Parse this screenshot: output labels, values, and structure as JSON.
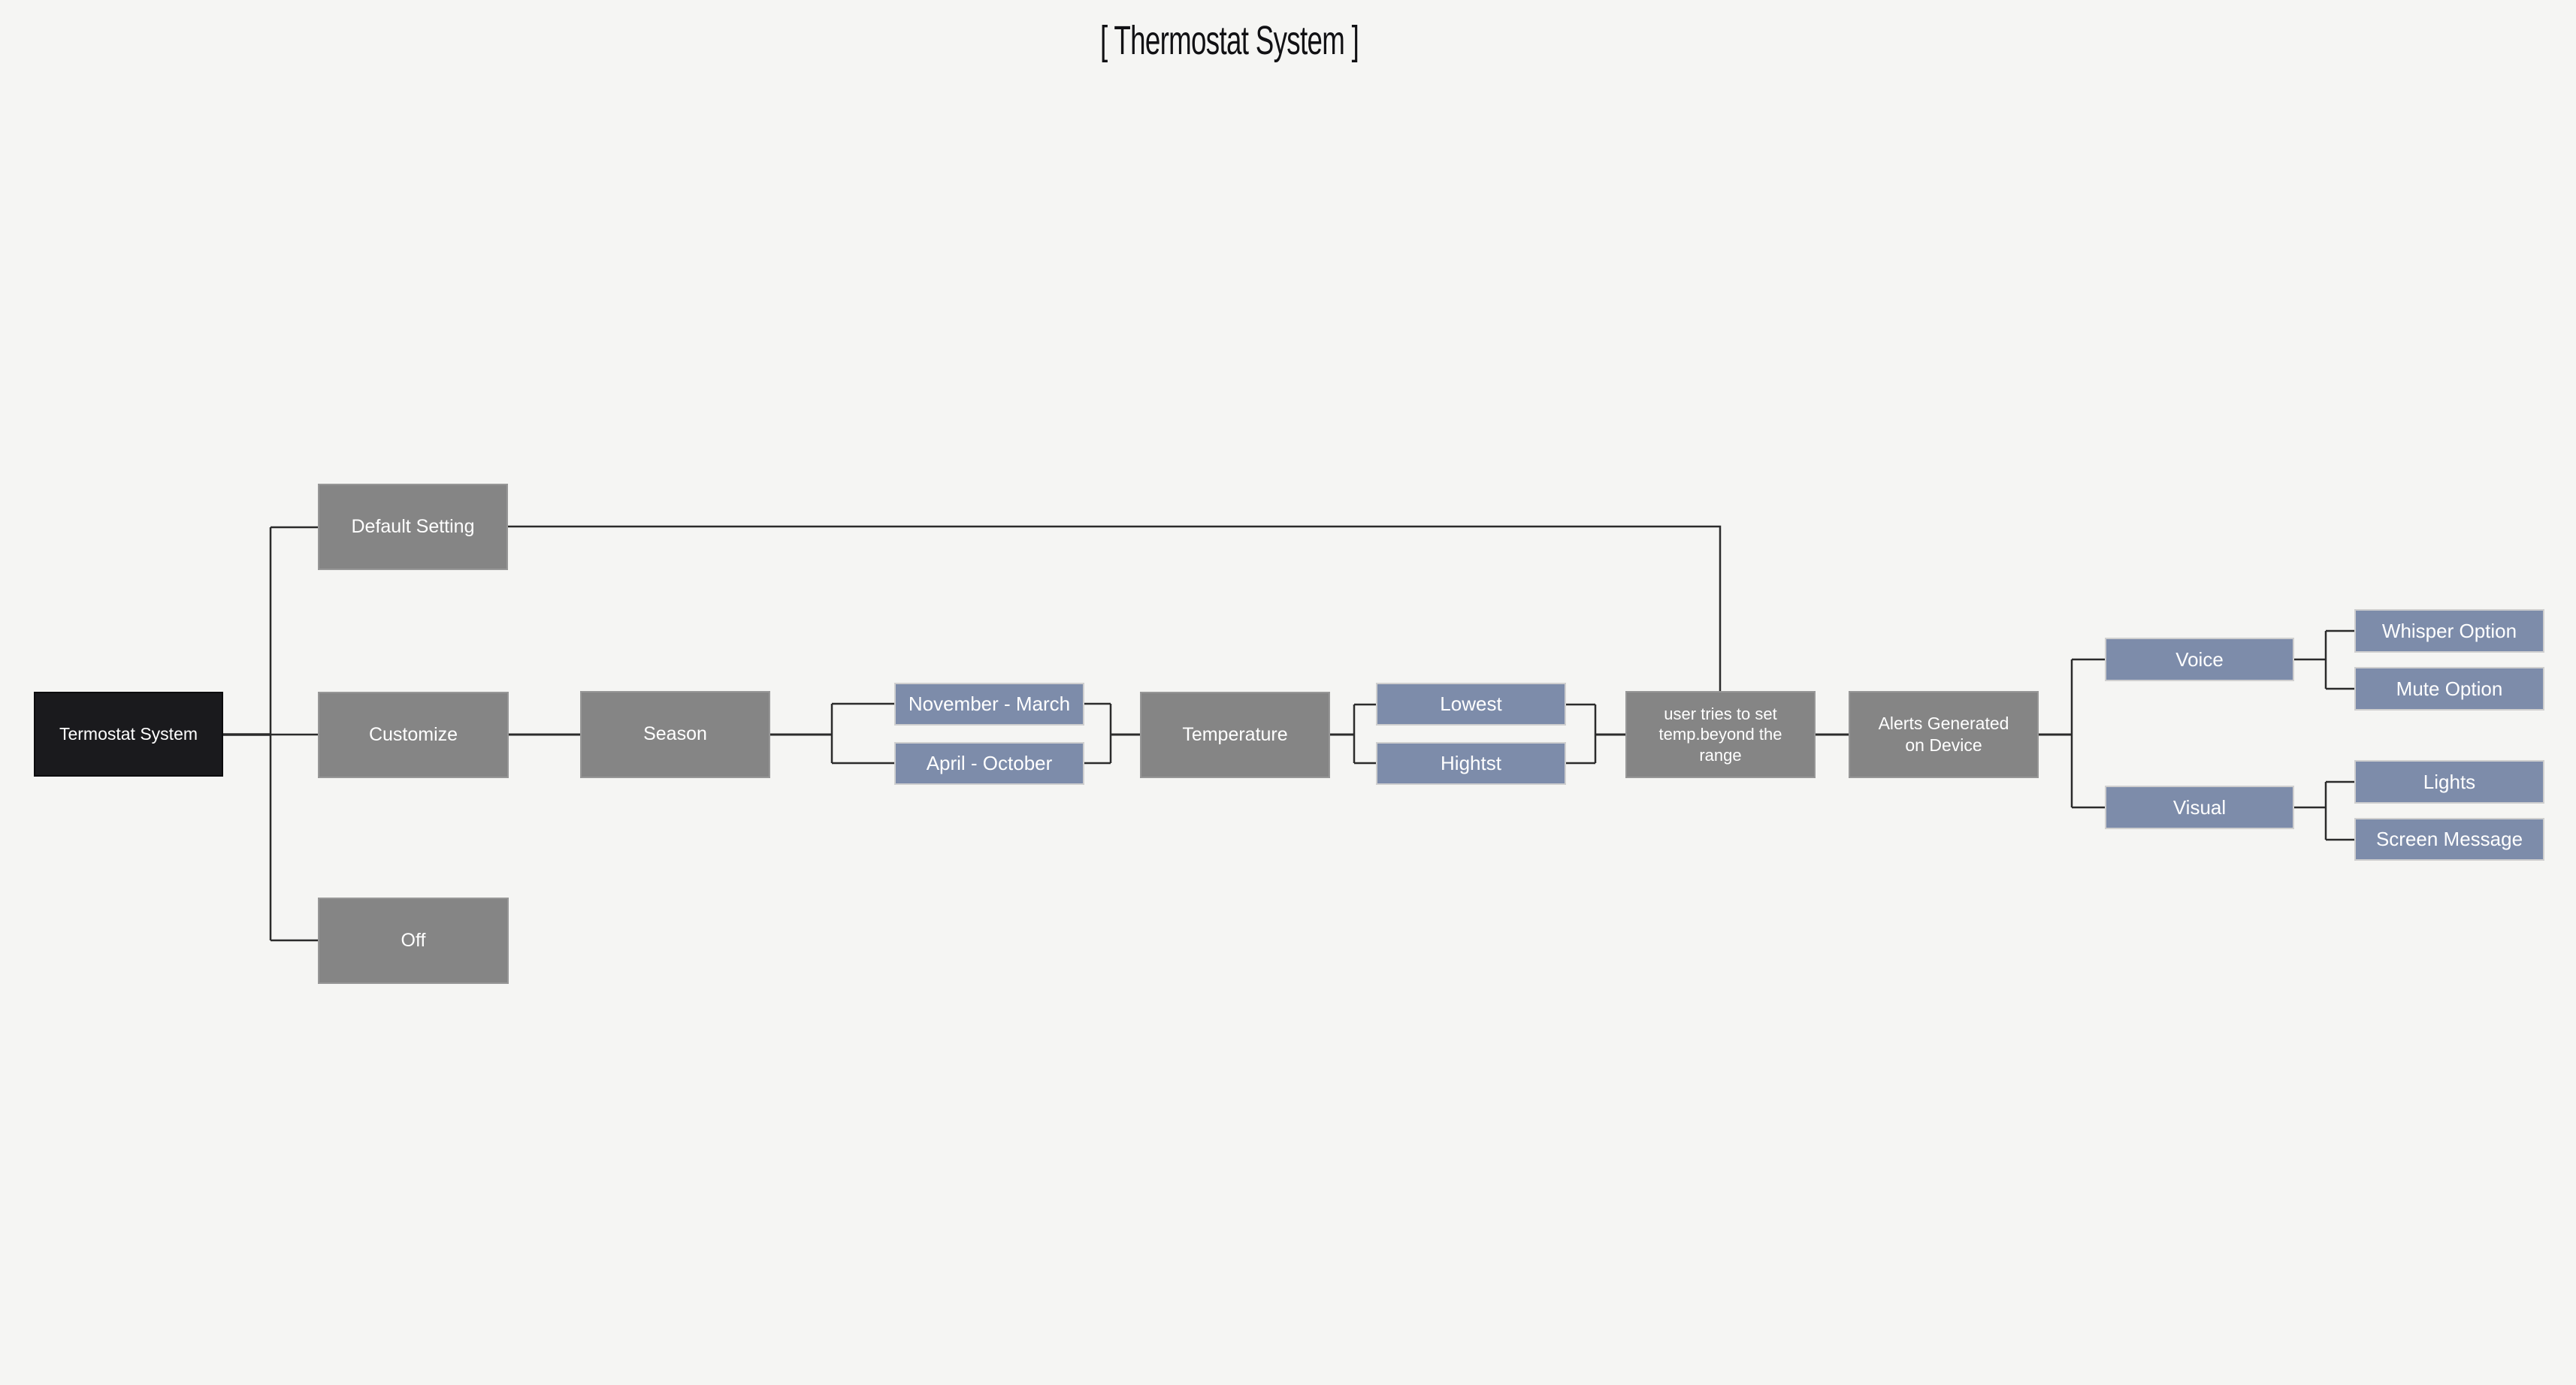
{
  "title": "[ Thermostat System ]",
  "colors": {
    "background": "#f5f5f3",
    "root_fill": "#1a1a1d",
    "branch_fill": "#858585",
    "leaf_fill": "#7d8caa",
    "node_text": "#ffffff",
    "title_text": "#111114",
    "connector": "#2b2b2b"
  },
  "nodes": {
    "root": {
      "label": "Termostat System"
    },
    "default_setting": {
      "label": "Default Setting"
    },
    "customize": {
      "label": "Customize"
    },
    "off": {
      "label": "Off"
    },
    "season": {
      "label": "Season"
    },
    "november_march": {
      "label": "November - March"
    },
    "april_october": {
      "label": "April - October"
    },
    "temperature": {
      "label": "Temperature"
    },
    "lowest": {
      "label": "Lowest"
    },
    "hightst": {
      "label": "Hightst"
    },
    "user_tries": {
      "label": "user tries to set temp.beyond the range"
    },
    "alerts": {
      "label": "Alerts Generated on Device"
    },
    "voice": {
      "label": "Voice"
    },
    "visual": {
      "label": "Visual"
    },
    "whisper_option": {
      "label": "Whisper Option"
    },
    "mute_option": {
      "label": "Mute Option"
    },
    "lights": {
      "label": "Lights"
    },
    "screen_message": {
      "label": "Screen Message"
    }
  }
}
